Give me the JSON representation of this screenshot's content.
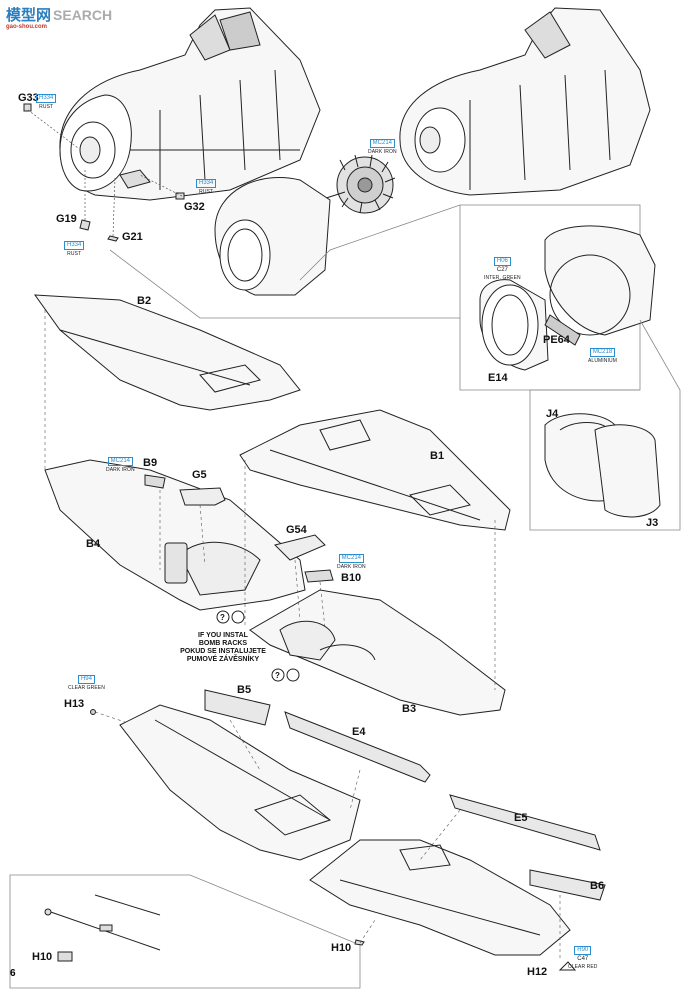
{
  "logo": {
    "cn": "模型网",
    "en": "SEARCH",
    "url": "gao-shou.com"
  },
  "page_number": "6",
  "parts": {
    "g33": "G33",
    "g32": "G32",
    "g19": "G19",
    "g21": "G21",
    "b2": "B2",
    "b1": "B1",
    "b9": "B9",
    "g5": "G5",
    "b4": "B4",
    "g54": "G54",
    "b10": "B10",
    "b3": "B3",
    "h13": "H13",
    "b5": "B5",
    "e4": "E4",
    "e5": "E5",
    "b6": "B6",
    "h10_left": "H10",
    "h10_right": "H10",
    "h12": "H12",
    "pe64": "PE64",
    "e14": "E14",
    "j4": "J4",
    "j3": "J3"
  },
  "refs": {
    "rust_g33": {
      "code": "H334",
      "name": "RUST"
    },
    "rust_g32": {
      "code": "H334",
      "name": "RUST"
    },
    "rust_g19": {
      "code": "H334",
      "name": "RUST"
    },
    "dark_iron_engine": {
      "code": "MC214",
      "name": "DARK IRON"
    },
    "inter_green": {
      "code": "H06",
      "alt": "C27",
      "name": "INTER. GREEN"
    },
    "aluminium": {
      "code": "MC218",
      "name": "ALUMINIUM"
    },
    "dark_iron_b9": {
      "code": "MC214",
      "name": "DARK IRON"
    },
    "dark_iron_b10": {
      "code": "MC214",
      "name": "DARK IRON"
    },
    "clear_green": {
      "code": "H94",
      "name": "CLEAR GREEN"
    },
    "clear_red": {
      "code": "H90",
      "alt": "C47",
      "name": "CLEAR RED"
    }
  },
  "bomb_note": {
    "line1": "IF YOU INSTAL",
    "line2": "BOMB RACKS",
    "line3": "POKUD SE INSTALUJETE",
    "line4": "PUMOVÉ ZÁVĚSNÍKY"
  },
  "colors": {
    "ink": "#111111",
    "ref_blue": "#2b8fcf",
    "logo_blue": "#2a7fc0",
    "logo_grey": "#a9acae",
    "logo_red": "#c03a2b"
  }
}
